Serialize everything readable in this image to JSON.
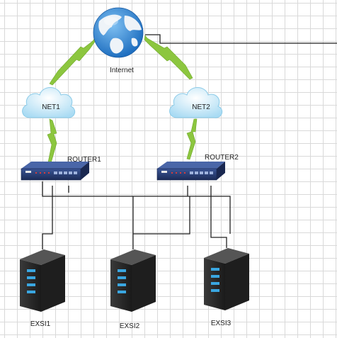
{
  "labels": {
    "internet": "Internet",
    "net1": "NET1",
    "net2": "NET2",
    "router1": "ROUTER1",
    "router2": "ROUTER2",
    "exsi1": "EXSI1",
    "exsi2": "EXSI2",
    "exsi3": "EXSI3"
  },
  "colors": {
    "lightning": "#8cc63f",
    "cloud": "#bfe6f7",
    "router_body": "#2a3f73",
    "server_body": "#2b2b2b",
    "server_led": "#3aa6e0",
    "globe_ocean": "#3d8fd6",
    "globe_land": "#e8eef5"
  }
}
